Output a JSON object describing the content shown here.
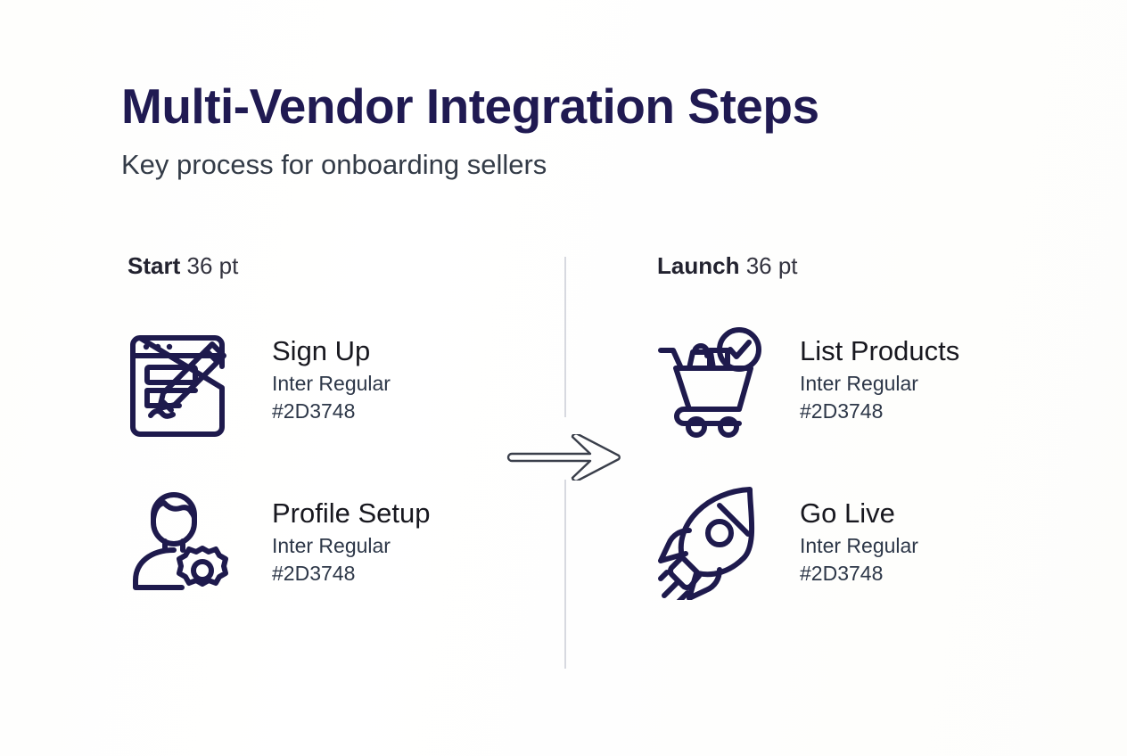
{
  "header": {
    "title": "Multi-Vendor Integration Steps",
    "subtitle": "Key process for onboarding sellers"
  },
  "theme": {
    "background": "#FFFFFE",
    "title_color": "#201A52",
    "icon_color": "#1E1A4D",
    "body_text_color": "#2D3748",
    "divider_color": "#D7D9E0",
    "arrow_color": "#3A3F4B"
  },
  "columns": [
    {
      "id": "start",
      "heading_label": "Start",
      "heading_meta": "36 pt",
      "steps": [
        {
          "icon": "signup-form-pencil-icon",
          "title": "Sign Up",
          "font": "Inter Regular",
          "color": "#2D3748"
        },
        {
          "icon": "person-gear-icon",
          "title": "Profile Setup",
          "font": "Inter Regular",
          "color": "#2D3748"
        }
      ]
    },
    {
      "id": "launch",
      "heading_label": "Launch",
      "heading_meta": "36 pt",
      "steps": [
        {
          "icon": "shopping-cart-check-icon",
          "title": "List Products",
          "font": "Inter Regular",
          "color": "#2D3748"
        },
        {
          "icon": "rocket-icon",
          "title": "Go Live",
          "font": "Inter Regular",
          "color": "#2D3748"
        }
      ]
    }
  ],
  "connector": {
    "icon": "right-arrow-outline-icon",
    "direction": "right"
  }
}
